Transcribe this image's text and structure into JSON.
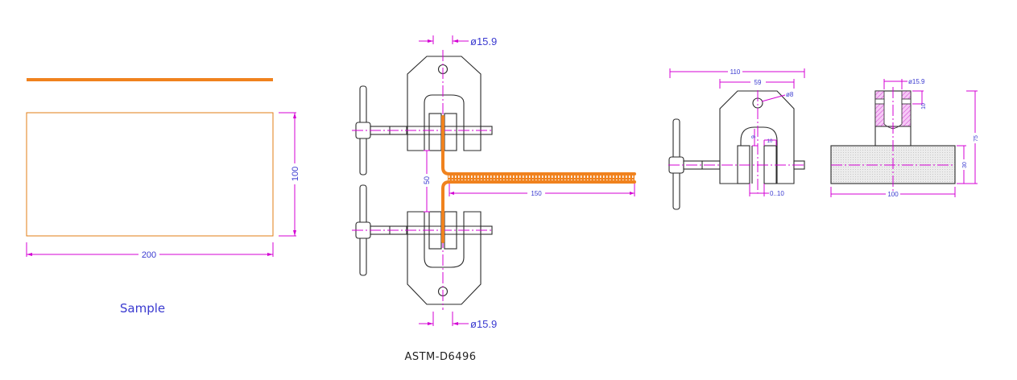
{
  "title": "ASTM-D6496",
  "colors": {
    "specimen": "#f0821e",
    "dimension": "#d400d4",
    "dimension_text": "#3a3ad0",
    "outline": "#2a2a2a",
    "hatch": "#e070e0",
    "base_fill": "#e6e6e6"
  },
  "sample": {
    "label": "Sample",
    "width_dim": "200",
    "height_dim": "100"
  },
  "assembly": {
    "top_hole_dim": "ø15.9",
    "bottom_hole_dim": "ø15.9",
    "gap_dim": "50",
    "tail_length_dim": "150"
  },
  "clamp_front": {
    "overall_width_dim": "110",
    "body_width_dim": "59",
    "hole_dim": "ø8",
    "slot_depth_dim": "9",
    "jaw_width_dim": "10",
    "jaw_gap_dim": "0..10"
  },
  "clamp_side": {
    "hole_dim": "ø15.9",
    "depth_dim": "10",
    "height_dim": "75",
    "base_height_dim": "30",
    "base_width_dim": "100"
  }
}
